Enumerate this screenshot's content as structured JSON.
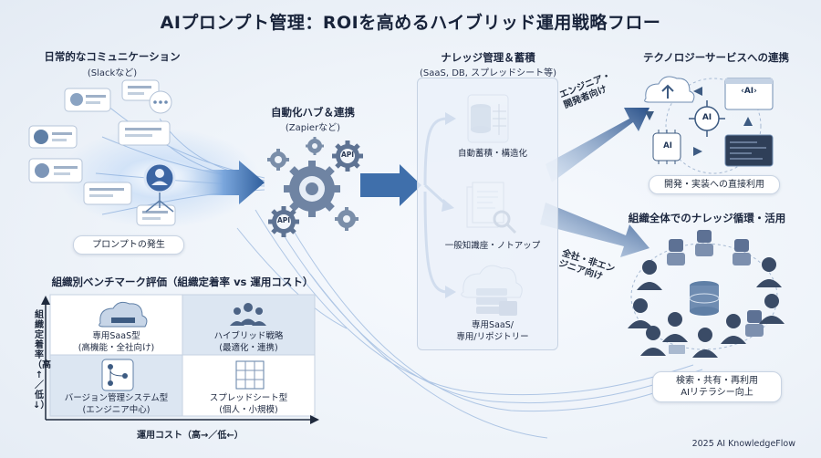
{
  "title": "AIプロンプト管理：ROIを高めるハイブリッド運用戦略フロー",
  "communication": {
    "heading": "日常的なコミュニケーション",
    "subheading": "(Slackなど)",
    "origin_label": "プロンプトの発生"
  },
  "hub": {
    "heading": "自動化ハブ＆連携",
    "subheading": "(Zapierなど)",
    "gear_labels": [
      "API",
      "API"
    ]
  },
  "knowledge": {
    "heading": "ナレッジ管理＆蓄積",
    "subheading": "(SaaS, DB, スプレッドシート等)",
    "items": [
      {
        "label": "自動蓄積・構造化"
      },
      {
        "label": "一般知識座・ノトアップ"
      },
      {
        "label": "専用SaaS/\n専用/リポジトリー"
      }
    ]
  },
  "flows": {
    "engineer_label": "エンジニア・\n開発者向け",
    "company_label": "全社・非エン\nジニア向け"
  },
  "tech": {
    "heading": "テクノロジーサービスへの連携",
    "center_label": "AI",
    "screen_label": "‹AI›",
    "caption": "開発・実装への直接利用"
  },
  "org": {
    "heading": "組織全体でのナレッジ循環・活用",
    "caption": "検索・共有・再利用\nAIリテラシー向上"
  },
  "benchmark": {
    "heading": "組織別ベンチマーク評価（組織定着率 vs 運用コスト）",
    "y_axis": "組織定着率（高↑／低↓）",
    "x_axis": "運用コスト（高→／低←）",
    "cells": [
      {
        "label": "専用SaaS型\n(高機能・全社向け)"
      },
      {
        "label": "ハイブリッド戦略\n(最適化・連携)"
      },
      {
        "label": "バージョン管理システム型\n(エンジニア中心)"
      },
      {
        "label": "スプレッドシート型\n(個人・小規模)"
      }
    ]
  },
  "footer": "2025 AI KnowledgeFlow",
  "colors": {
    "accent": "#2e5a93",
    "arrow": "#3f6fab",
    "panel": "#e6edf6",
    "highlight": "#d9e4f2"
  }
}
